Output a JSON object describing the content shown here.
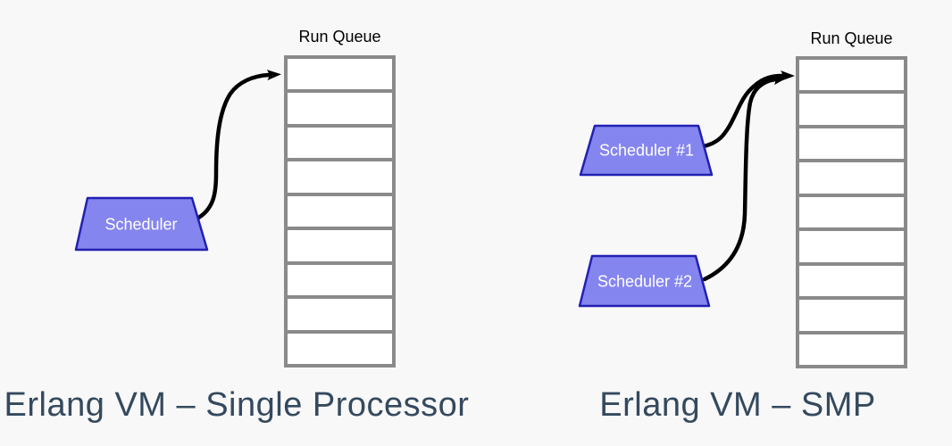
{
  "colors": {
    "background": "#f8f8f8",
    "queue_border": "#8a8a8a",
    "queue_cell_fill": "#ffffff",
    "scheduler_fill": "#8585ef",
    "scheduler_border": "#2121b3",
    "scheduler_text": "#ffffff",
    "arrow": "#000000",
    "label_text": "#000000",
    "caption_text": "#34495e"
  },
  "left_panel": {
    "queue_label": "Run Queue",
    "queue_cell_count": 9,
    "scheduler_label": "Scheduler",
    "caption": "Erlang VM – Single Processor"
  },
  "right_panel": {
    "queue_label": "Run Queue",
    "queue_cell_count": 9,
    "schedulers": [
      {
        "label": "Scheduler #1"
      },
      {
        "label": "Scheduler #2"
      }
    ],
    "caption": "Erlang VM – SMP"
  }
}
